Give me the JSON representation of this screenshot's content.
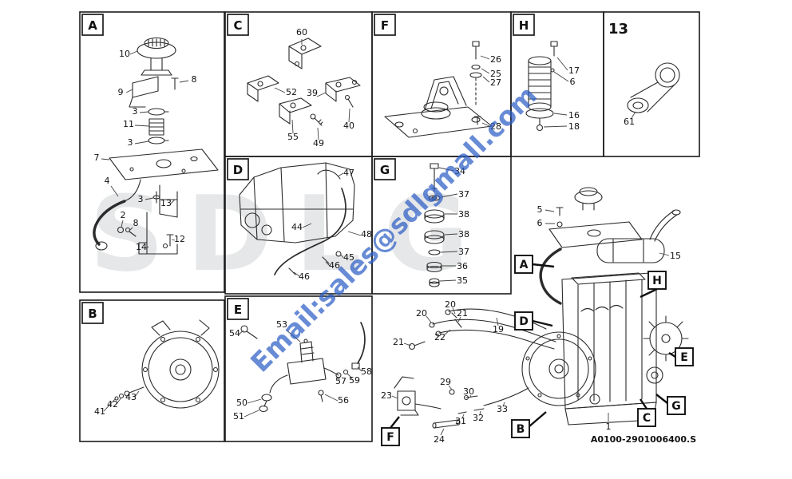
{
  "doc": {
    "ref": "A0100-2901006400.S"
  },
  "watermarks": {
    "logo": "SDLG",
    "email": "Email:sales@sdlgmall.com"
  },
  "panel_labels": {
    "A": "A",
    "B": "B",
    "C": "C",
    "D": "D",
    "E": "E",
    "F": "F",
    "G": "G",
    "H": "H",
    "P13": "13"
  },
  "callouts": {
    "A": [
      "10",
      "8",
      "9",
      "3",
      "11",
      "3",
      "7",
      "4",
      "3",
      "13",
      "2",
      "8",
      "14",
      "12"
    ],
    "B": [
      "41",
      "42",
      "43"
    ],
    "C": [
      "60",
      "52",
      "39",
      "55",
      "49",
      "40"
    ],
    "D": [
      "47",
      "44",
      "48",
      "45",
      "46",
      "46"
    ],
    "E": [
      "54",
      "53",
      "58",
      "59",
      "57",
      "50",
      "56",
      "51"
    ],
    "F": [
      "26",
      "25",
      "27",
      "28"
    ],
    "G": [
      "34",
      "37",
      "38",
      "38",
      "37",
      "36",
      "35"
    ],
    "H": [
      "17",
      "6",
      "16",
      "18"
    ],
    "P13": [
      "61"
    ],
    "MAIN": [
      "5",
      "6",
      "15",
      "20",
      "21",
      "20",
      "21",
      "22",
      "19",
      "23",
      "29",
      "30",
      "24",
      "31",
      "32",
      "33",
      "1"
    ]
  }
}
